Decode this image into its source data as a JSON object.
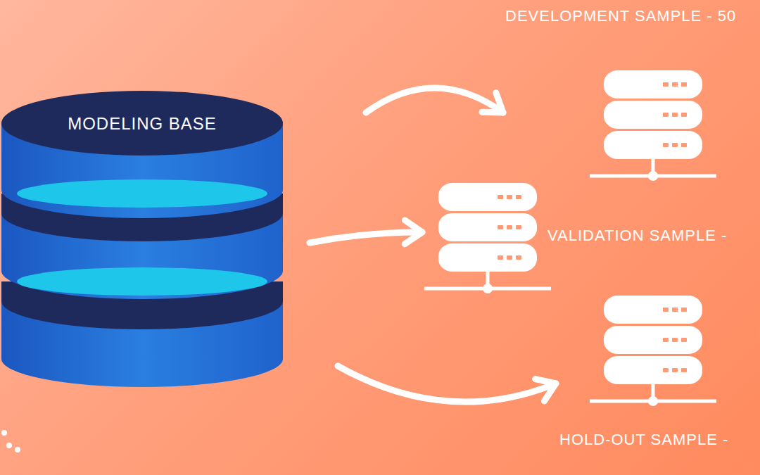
{
  "diagram": {
    "nodes": [
      {
        "text": [
          "MODELING BASE"
        ]
      },
      {
        "text": [
          "DEVELOPMENT SAMPLE - 50"
        ]
      },
      {
        "text": [
          "VALIDATION SAMPLE -"
        ]
      },
      {
        "text": [
          "HOLD-OUT SAMPLE -"
        ]
      }
    ],
    "edges": [
      {
        "from": 0,
        "to": 1,
        "arrow": "to"
      },
      {
        "from": 0,
        "to": 2,
        "arrow": "to"
      },
      {
        "from": 0,
        "to": 3,
        "arrow": "to"
      }
    ]
  }
}
